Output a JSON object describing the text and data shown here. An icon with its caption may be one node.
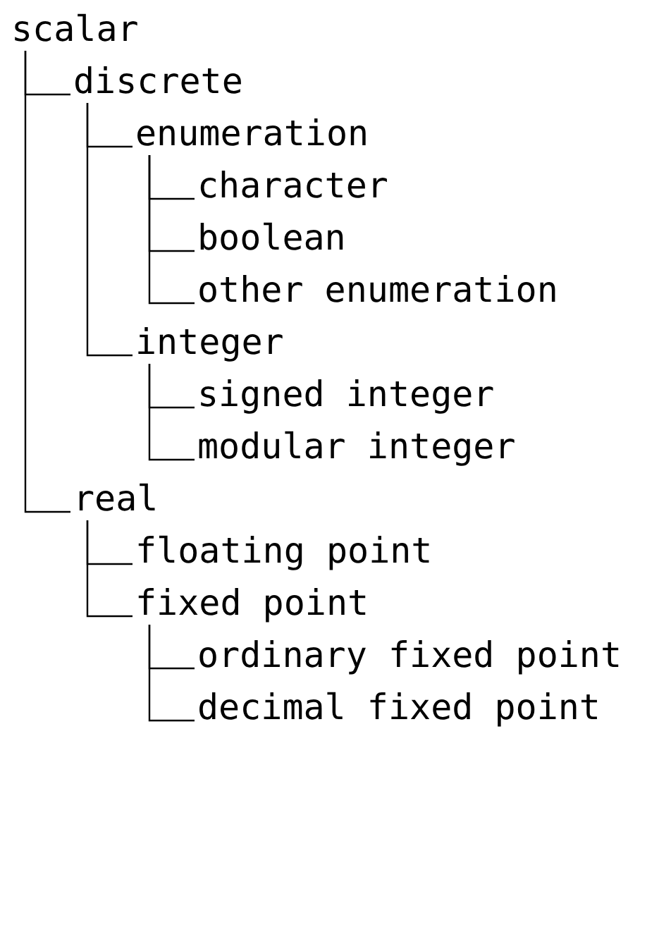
{
  "diagram": {
    "nodes": [
      {
        "text": [
          "scalar"
        ]
      },
      {
        "text": [
          "discrete"
        ]
      },
      {
        "text": [
          "enumeration"
        ]
      },
      {
        "text": [
          "character"
        ]
      },
      {
        "text": [
          "boolean"
        ]
      },
      {
        "text": [
          "other enumeration"
        ]
      },
      {
        "text": [
          "integer"
        ]
      },
      {
        "text": [
          "signed integer"
        ]
      },
      {
        "text": [
          "modular integer"
        ]
      },
      {
        "text": [
          "real"
        ]
      },
      {
        "text": [
          "floating point"
        ]
      },
      {
        "text": [
          "fixed point"
        ]
      },
      {
        "text": [
          "ordinary fixed point"
        ]
      },
      {
        "text": [
          "decimal fixed point"
        ]
      }
    ],
    "edges": [
      {
        "from": 0,
        "to": 1,
        "arrow": "none"
      },
      {
        "from": 1,
        "to": 2,
        "arrow": "none"
      },
      {
        "from": 2,
        "to": 3,
        "arrow": "none"
      },
      {
        "from": 2,
        "to": 4,
        "arrow": "none"
      },
      {
        "from": 2,
        "to": 5,
        "arrow": "none"
      },
      {
        "from": 1,
        "to": 6,
        "arrow": "none"
      },
      {
        "from": 6,
        "to": 7,
        "arrow": "none"
      },
      {
        "from": 6,
        "to": 8,
        "arrow": "none"
      },
      {
        "from": 0,
        "to": 9,
        "arrow": "none"
      },
      {
        "from": 9,
        "to": 10,
        "arrow": "none"
      },
      {
        "from": 9,
        "to": 11,
        "arrow": "none"
      },
      {
        "from": 11,
        "to": 12,
        "arrow": "none"
      },
      {
        "from": 11,
        "to": 13,
        "arrow": "none"
      }
    ]
  }
}
